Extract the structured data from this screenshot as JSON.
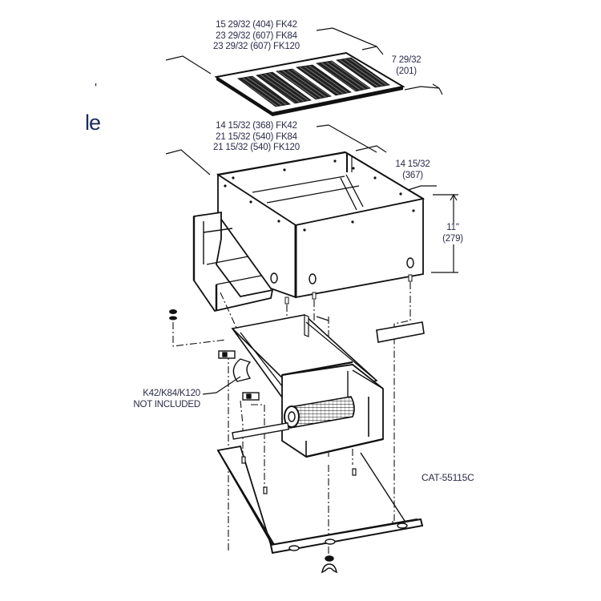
{
  "fragments": {
    "apostrophe": "'",
    "partial_word": "le"
  },
  "grille": {
    "length_dims": [
      "15 29/32 (404) FK42",
      "23 29/32 (607) FK84",
      "23 29/32 (607) FK120"
    ],
    "width_dim_in": "7 29/32",
    "width_dim_mm": "(201)"
  },
  "housing": {
    "length_dims": [
      "14 15/32 (368) FK42",
      "21 15/32 (540) FK84",
      "21 15/32 (540) FK120"
    ],
    "depth_dim_in": "14 15/32",
    "depth_dim_mm": "(367)",
    "height_dim_in": "11\"",
    "height_dim_mm": "(279)"
  },
  "heater": {
    "label_line1": "K42/K84/K120",
    "label_line2": "NOT INCLUDED"
  },
  "catalog_number": "CAT-55115C",
  "colors": {
    "line": "#111111",
    "text": "#2a2a4a",
    "background": "#ffffff"
  }
}
